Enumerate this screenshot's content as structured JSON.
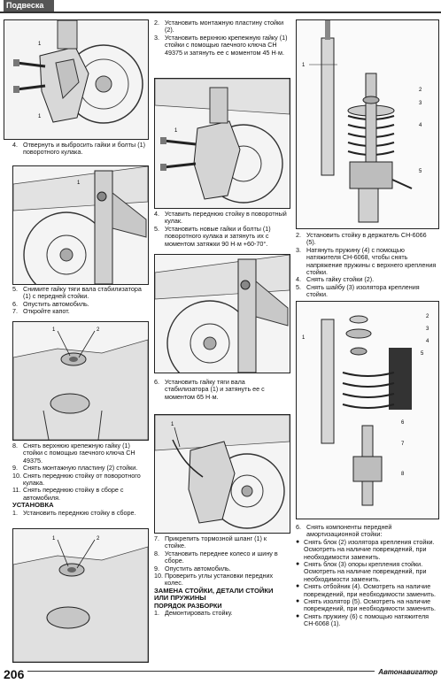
{
  "header": {
    "section": "Подвеска"
  },
  "footer": {
    "page_number": "206",
    "brand": "Автонавигатор"
  },
  "col1": {
    "step4": {
      "num": "4.",
      "text": "Отвернуть и выбросить гайки и болты (1) поворотного кулака."
    },
    "steps_5_7": [
      {
        "num": "5.",
        "text": "Снимите гайку тяги вала стабилизатора (1) с передней стойки."
      },
      {
        "num": "6.",
        "text": "Опустить автомобиль."
      },
      {
        "num": "7.",
        "text": "Откройте капот."
      }
    ],
    "steps_8_11": [
      {
        "num": "8.",
        "text": "Снять верхнюю крепежную гайку (1) стойки с помощью гаечного ключа CH 49375."
      },
      {
        "num": "9.",
        "text": "Снять монтажную пластину (2) стойки."
      },
      {
        "num": "10.",
        "text": "Снять переднюю стойку от поворотного кулака."
      },
      {
        "num": "11.",
        "text": "Снять переднюю стойку в сборе с автомобиля."
      }
    ],
    "install_heading": "УСТАНОВКА",
    "install_step1": {
      "num": "1.",
      "text": "Установить переднюю стойку в сборе."
    }
  },
  "col2": {
    "steps_2_3": [
      {
        "num": "2.",
        "text": "Установить монтажную пластину стойки (2)."
      },
      {
        "num": "3.",
        "text": "Установить верхнюю крепежную гайку (1) стойки с помощью гаечного ключа CH 49375 и затянуть ее с моментом 45 Н·м."
      }
    ],
    "steps_4_5": [
      {
        "num": "4.",
        "text": "Уставить переднюю стойку в поворотный кулак."
      },
      {
        "num": "5.",
        "text": "Установить новые гайки и болты (1) поворотного кулака и затянуть их с моментом затяжки 90 Н·м +60-70°."
      }
    ],
    "step6": {
      "num": "6.",
      "text": "Установить гайку тяги вала стабилизатора (1) и затянуть ее с моментом 65 Н·м."
    },
    "steps_7_10": [
      {
        "num": "7.",
        "text": "Прикрепить тормозной шланг (1) к стойке."
      },
      {
        "num": "8.",
        "text": "Установить переднее колесо и шину в сборе."
      },
      {
        "num": "9.",
        "text": "Опустить автомобиль."
      },
      {
        "num": "10.",
        "text": "Проверить углы установки передних колес."
      }
    ],
    "replace_heading": "ЗАМЕНА СТОЙКИ, ДЕТАЛИ СТОЙКИ ИЛИ ПРУЖИНЫ",
    "removal_heading": "ПОРЯДОК РАЗБОРКИ",
    "removal_step1": {
      "num": "1.",
      "text": "Демонтировать стойку."
    }
  },
  "col3": {
    "steps_2_5": [
      {
        "num": "2.",
        "text": "Установить стойку в держатель CH-6066 (5)."
      },
      {
        "num": "3.",
        "text": "Натянуть пружину (4) с помощью натяжителя CH-6068, чтобы снять напряжение пружины с верхнего крепления стойки."
      },
      {
        "num": "4.",
        "text": "Снять гайку стойки (2)."
      },
      {
        "num": "5.",
        "text": "Снять шайбу (3) изолятора крепления стойки."
      }
    ],
    "step6": {
      "num": "6.",
      "text": "Снять компоненты передней амортизационной стойки:"
    },
    "bullets": [
      "Снять блок (2) изолятора крепления стойки. Осмотреть на наличие повреждений, при необходимости заменить.",
      "Снять блок (3) опоры крепления стойки. Осмотреть на наличие повреждений, при необходимости заменить.",
      "Снять отбойник (4). Осмотреть на наличие повреждений, при необходимости заменить.",
      "Снять изолятор (5). Осмотреть на наличие повреждений, при необходимости заменить.",
      "Снять пружину (6) с помощью натяжителя CH-6068 (1)."
    ]
  },
  "figures": {
    "fig_top_left": [
      "1",
      "1"
    ],
    "fig_mid_left": [
      "1"
    ],
    "fig_bar_left": [
      "1",
      "2"
    ],
    "fig_install_left": [
      "1",
      "2"
    ],
    "fig_mid_center": [
      "1"
    ],
    "fig_bottom_center": [
      "1"
    ],
    "fig_strut_top": [
      "1",
      "2",
      "3",
      "4",
      "5"
    ],
    "fig_strut_bottom": [
      "1",
      "2",
      "3",
      "4",
      "5",
      "6",
      "7",
      "8"
    ]
  }
}
